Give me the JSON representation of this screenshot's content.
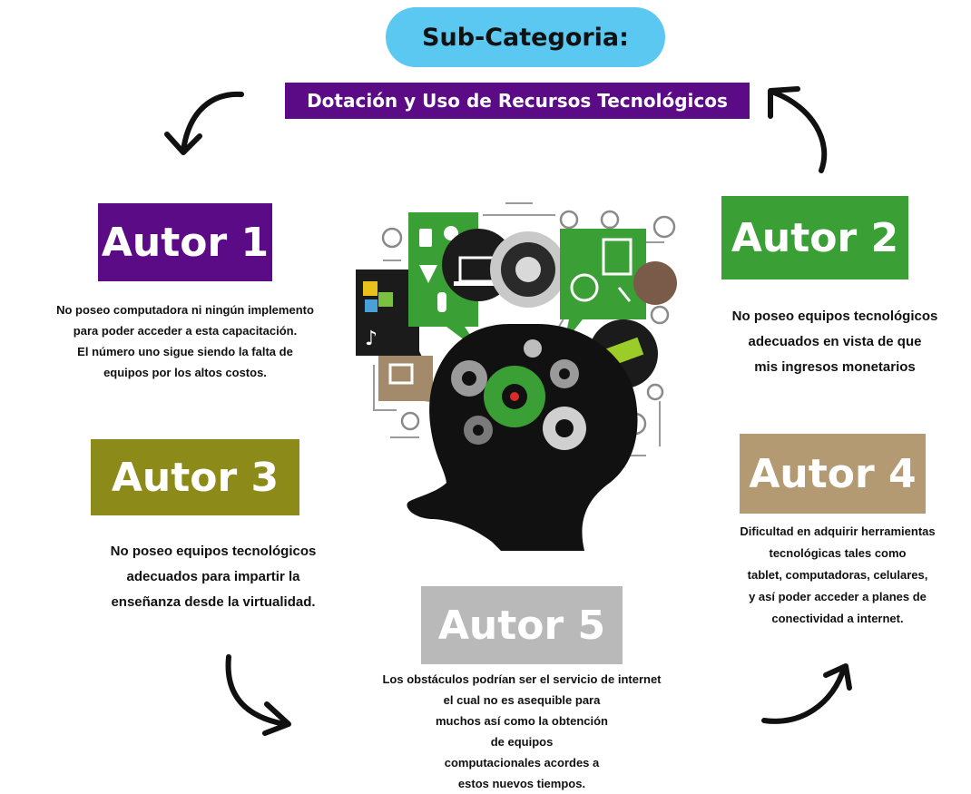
{
  "colors": {
    "pill": "#5ac8f0",
    "subtitle_bg": "#5b0b86",
    "autor1": "#5b0b86",
    "autor2": "#3aa035",
    "autor3": "#8c8a18",
    "autor4": "#b49a72",
    "autor5": "#b9b9b9"
  },
  "header": {
    "title": "Sub-Categoria:",
    "subtitle": "Dotación y Uso de Recursos Tecnológicos"
  },
  "authors": [
    {
      "label": "Autor 1",
      "text": "No poseo computadora ni ningún implemento\npara poder acceder a esta capacitación.\nEl número uno sigue siendo la falta de\nequipos por los altos costos."
    },
    {
      "label": "Autor 2",
      "text": "No poseo equipos tecnológicos\nadecuados en vista de que\nmis ingresos monetarios"
    },
    {
      "label": "Autor 3",
      "text": "No poseo equipos tecnológicos\nadecuados para impartir la\nenseñanza desde la virtualidad."
    },
    {
      "label": "Autor 4",
      "text": "Dificultad en adquirir herramientas\ntecnológicas tales como\ntablet, computadoras, celulares,\ny así poder acceder a planes de\nconectividad a internet."
    },
    {
      "label": "Autor 5",
      "text": "Los obstáculos podrían ser el servicio de internet\nel cual no es asequible para\nmuchos así como la obtención\nde equipos\ncomputacionales acordes a\nestos nuevos tiempos."
    }
  ]
}
